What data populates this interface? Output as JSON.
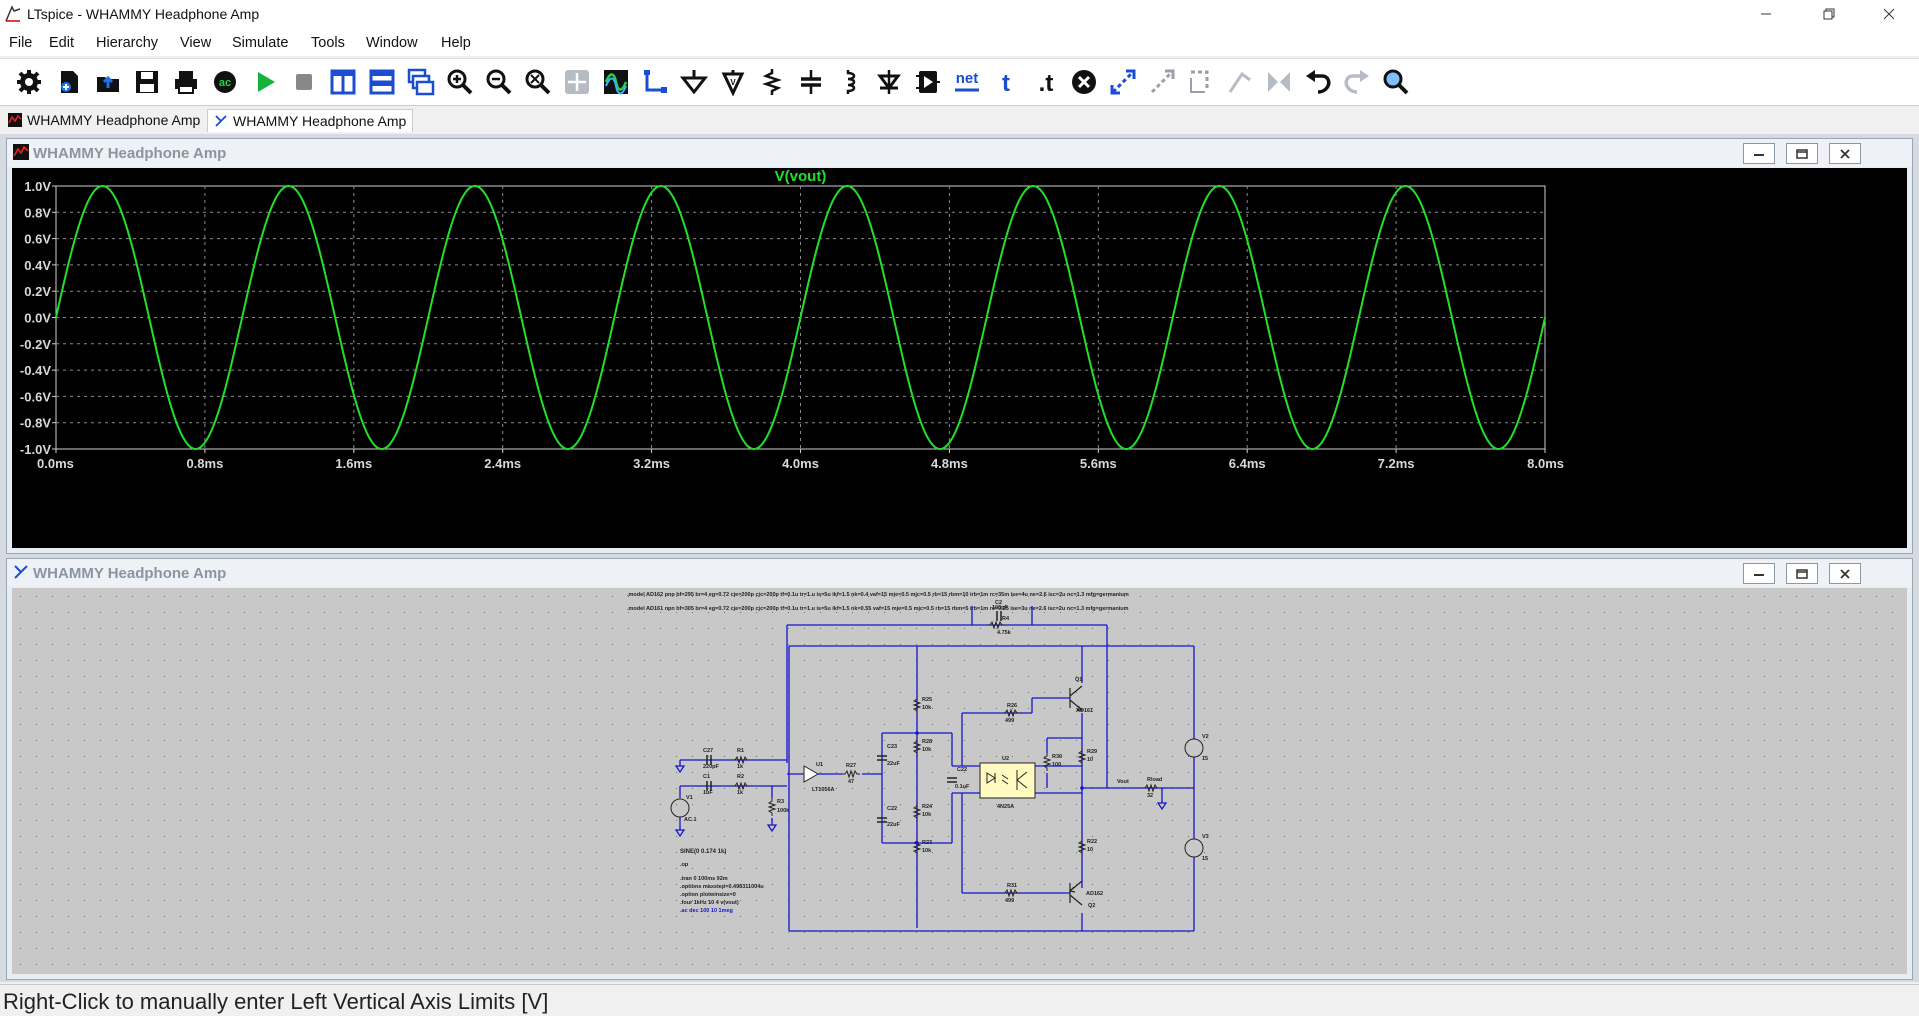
{
  "app": {
    "title": "LTspice - WHAMMY Headphone Amp",
    "window_controls": [
      "minimize-icon",
      "restore-icon",
      "close-icon"
    ]
  },
  "menu": [
    "File",
    "Edit",
    "Hierarchy",
    "View",
    "Simulate",
    "Tools",
    "Window",
    "Help"
  ],
  "toolbar": {
    "icons": [
      "gear-icon",
      "new-schematic-icon",
      "open-icon",
      "save-icon",
      "print-icon",
      "ac-analysis-icon",
      "run-icon",
      "halt-icon",
      "tile-vertical-icon",
      "tile-horizontal-icon",
      "cascade-icon",
      "zoom-in-icon",
      "zoom-out-icon",
      "zoom-fit-icon",
      "pan-icon",
      "waveform-icon",
      "wire-icon",
      "ground-icon",
      "probe-icon",
      "resistor-icon",
      "capacitor-icon",
      "inductor-icon",
      "diode-icon",
      "component-icon",
      "net-label-icon",
      "text-icon",
      "spice-directive-icon",
      "delete-icon",
      "move-icon",
      "drag-icon",
      "rotate-icon",
      "mirror-icon",
      "flip-icon",
      "undo-icon",
      "redo-icon",
      "find-icon"
    ],
    "net_label": "net",
    "text_label": "t",
    "directive_label": ".t",
    "ac_label": "ac"
  },
  "tabs": [
    {
      "label": "WHAMMY Headphone Amp",
      "icon": "waveform-tab-icon",
      "active": false
    },
    {
      "label": "WHAMMY Headphone Amp",
      "icon": "schematic-tab-icon",
      "active": true
    }
  ],
  "waveform_window": {
    "title": "WHAMMY Headphone Amp",
    "icon": "waveform-window-icon"
  },
  "schematic_window": {
    "title": "WHAMMY Headphone Amp",
    "icon": "schematic-window-icon"
  },
  "chart_data": {
    "type": "line",
    "title": "V(vout)",
    "xlabel": "",
    "ylabel": "",
    "x_ticks": [
      "0.0ms",
      "0.8ms",
      "1.6ms",
      "2.4ms",
      "3.2ms",
      "4.0ms",
      "4.8ms",
      "5.6ms",
      "6.4ms",
      "7.2ms",
      "8.0ms"
    ],
    "y_ticks": [
      "1.0V",
      "0.8V",
      "0.6V",
      "0.4V",
      "0.2V",
      "0.0V",
      "-0.2V",
      "-0.4V",
      "-0.6V",
      "-0.8V",
      "-1.0V"
    ],
    "xlim": [
      0,
      8.0
    ],
    "ylim": [
      -1.0,
      1.0
    ],
    "series": [
      {
        "name": "V(vout)",
        "function": "sine",
        "amplitude": 1.0,
        "frequency_khz": 1.0,
        "phase_deg": 0,
        "color": "#22e02a"
      }
    ],
    "grid": true
  },
  "schematic": {
    "directives_top": [
      ".model AD162 pnp bf=295 br=4 eg=0.72 cje=200p cjc=200p tf=0.1u tr=1.u is=5u ikf=1.5 nk=0.4 vaf=15 mje=0.5 mjc=0.5 rb=15 rbm=10 irb=1m rc=35m ise=4u ne=2.6 isc=2u nc=1.3 mfg=germanium",
      ".model AD161 npn bf=305 br=4 eg=0.72 cje=200p cjc=200p tf=0.1u tr=1.u is=5u ikf=1.5 nk=0.55 vaf=15 mje=0.5 mjc=0.5 rb=15 rbm=5 irb=1m rc=0.25 ise=3u ne=2.6 isc=2u nc=1.3 mfg=germanium"
    ],
    "directives_bottom": [
      ".tran 0 100ms 92m",
      ".options maxstep=0.498311004u",
      ".option plotwinsize=0",
      ".four 1kHz 10 4 v(vout)",
      ".ac dec 100 10 1meg"
    ],
    "sine_label": "SINE(0 0.174 1k)",
    "op_label": ".op",
    "v1_label": "V1",
    "ac_label": "AC 1",
    "components": [
      {
        "ref": "C27",
        "value": "220pF"
      },
      {
        "ref": "R1",
        "value": "1k"
      },
      {
        "ref": "C1",
        "value": "1uF"
      },
      {
        "ref": "R2",
        "value": "1k"
      },
      {
        "ref": "R3",
        "value": "100k"
      },
      {
        "ref": "U1",
        "value": "LT1056A"
      },
      {
        "ref": "R27",
        "value": "47"
      },
      {
        "ref": "C2",
        "value": "100pF"
      },
      {
        "ref": "R4",
        "value": "4.75k"
      },
      {
        "ref": "R25",
        "value": "10k"
      },
      {
        "ref": "R28",
        "value": "10k"
      },
      {
        "ref": "R24",
        "value": "10k"
      },
      {
        "ref": "R23",
        "value": "10k"
      },
      {
        "ref": "C23",
        "value": "22uF"
      },
      {
        "ref": "C22",
        "value": "22uF"
      },
      {
        "ref": "C22b",
        "value": "0.1uF"
      },
      {
        "ref": "U2",
        "value": "4N25A"
      },
      {
        "ref": "R26",
        "value": "499"
      },
      {
        "ref": "R31",
        "value": "499"
      },
      {
        "ref": "R30",
        "value": "100"
      },
      {
        "ref": "R29",
        "value": "10"
      },
      {
        "ref": "R22",
        "value": "10"
      },
      {
        "ref": "Q1",
        "value": "AD161"
      },
      {
        "ref": "Q2",
        "value": "AD162"
      },
      {
        "ref": "Rload",
        "value": "32"
      },
      {
        "ref": "V2",
        "value": "15"
      },
      {
        "ref": "V3",
        "value": "15"
      }
    ],
    "vout_label": "Vout"
  },
  "status": "Right-Click to manually enter Left Vertical Axis Limits [V]"
}
